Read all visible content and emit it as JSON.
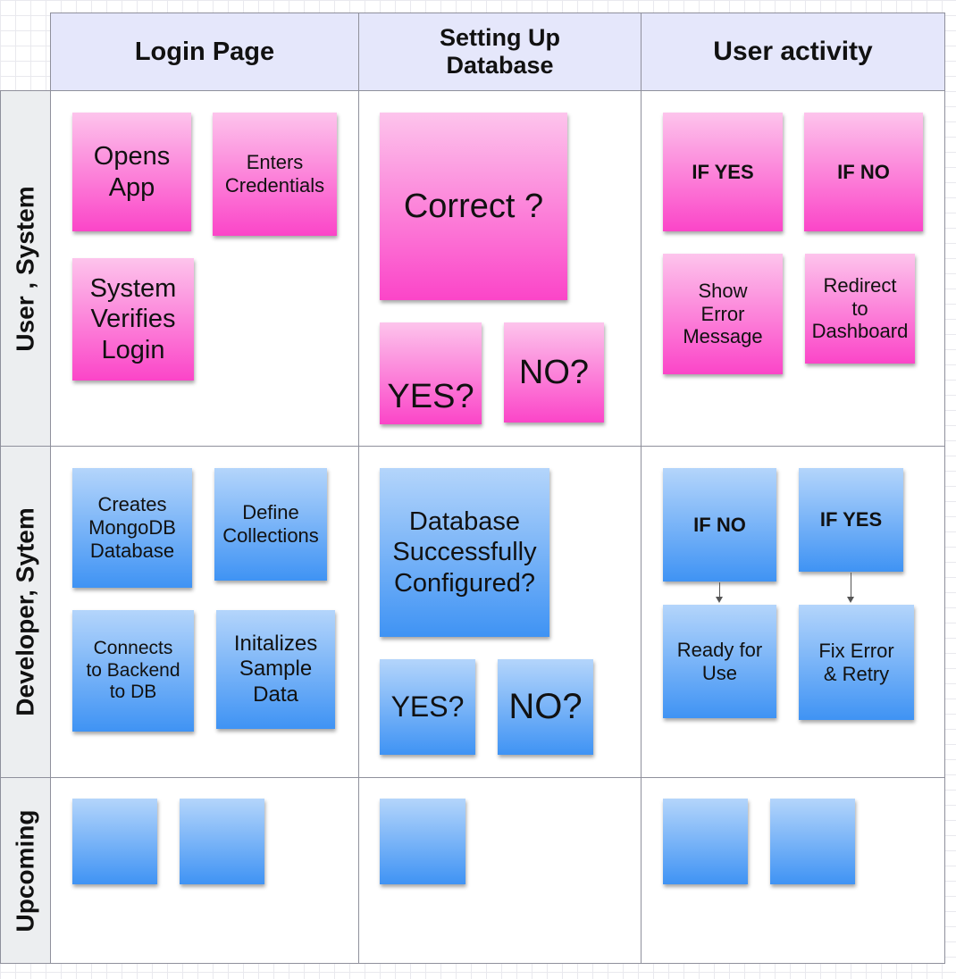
{
  "columns": [
    "Login Page",
    "Setting  Up\nDatabase",
    "User activity"
  ],
  "rows": [
    "User , System",
    "Developer, Sytem",
    "Upcoming"
  ],
  "colors": {
    "pink_top": "#fdc4ec",
    "pink_bottom": "#fb45c8",
    "blue_top": "#b4d5fb",
    "blue_bottom": "#3f93f4",
    "header_bg": "#e5e7fb"
  },
  "notes": {
    "opens_app": "Opens\nApp",
    "enters_credentials": "Enters\nCredentials",
    "system_verifies": "System\nVerifies\nLogin",
    "correct": "Correct ?",
    "yes_pink": "YES?",
    "no_pink": "NO?",
    "if_yes_pink": "IF YES",
    "if_no_pink": "IF NO",
    "show_error": "Show\nError\nMessage",
    "redirect": "Redirect\nto\nDashboard",
    "creates_mongodb": "Creates\nMongoDB\nDatabase",
    "define_collections": "Define\nCollections",
    "connects_backend": "Connects\nto Backend\nto DB",
    "initializes_data": "Initalizes\nSample\nData",
    "db_configured": "Database\nSuccessfully\nConfigured?",
    "yes_blue": "YES?",
    "no_blue": "NO?",
    "if_no_blue": "IF NO",
    "if_yes_blue": "IF YES",
    "ready_for_use": "Ready for\nUse",
    "fix_error": "Fix Error\n& Retry"
  }
}
